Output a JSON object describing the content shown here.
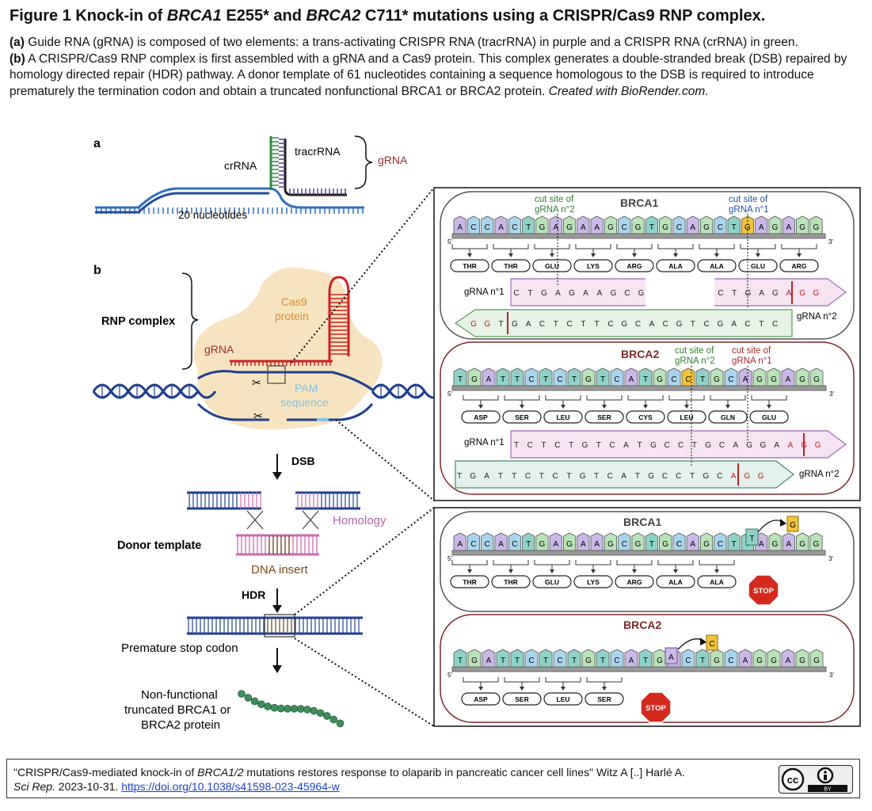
{
  "title": {
    "prefix": "Figure 1 Knock-in of ",
    "gene1": "BRCA1",
    "mid1": " E255* and ",
    "gene2": "BRCA2",
    "mid2": " C711* mutations using a CRISPR/Cas9 RNP complex."
  },
  "caption": {
    "a_label": "(a)",
    "a_text": " Guide RNA (gRNA) is composed of two elements: a trans-activating CRISPR RNA (tracrRNA) in purple and a CRISPR RNA (crRNA) in green.",
    "b_label": "(b)",
    "b_text": " A CRISPR/Cas9 RNP complex is first assembled with a gRNA and a Cas9 protein. This complex generates a double-stranded break (DSB) repaired by homology directed repair (HDR) pathway. A donor template of 61 nucleotides containing a sequence homologous to the DSB is required to introduce prematurely the termination codon and obtain a truncated nonfunctional BRCA1 or BRCA2 protein. ",
    "credit": "Created with BioRender.com."
  },
  "panel_a": {
    "label": "a",
    "crRNA": "crRNA",
    "tracrRNA": "tracrRNA",
    "gRNA": "gRNA",
    "nucleotides": "20 nucleotides"
  },
  "panel_b": {
    "label": "b",
    "rnp": "RNP complex",
    "cas9_1": "Cas9",
    "cas9_2": "protein",
    "gRNA": "gRNA",
    "pam_1": "PAM",
    "pam_2": "sequence",
    "dsb": "DSB",
    "homology": "Homology",
    "donor": "Donor template",
    "insert": "DNA insert",
    "hdr": "HDR",
    "stop": "Premature stop codon",
    "nf1": "Non-functional",
    "nf2": "truncated BRCA1 or",
    "nf3": "BRCA2 protein"
  },
  "top_box": {
    "brca1": {
      "title": "BRCA1",
      "cut2_1": "cut site of",
      "cut2_2": "gRNA n°2",
      "cut1_1": "cut site of",
      "cut1_2": "gRNA n°1",
      "seq": [
        "A",
        "C",
        "C",
        "A",
        "C",
        "T",
        "G",
        "A",
        "G",
        "A",
        "A",
        "G",
        "C",
        "G",
        "T",
        "G",
        "C",
        "A",
        "G",
        "C",
        "T",
        "G",
        "A",
        "G",
        "A",
        "G",
        "G"
      ],
      "codons": [
        "THR",
        "THR",
        "GLU",
        "LYS",
        "ARG",
        "ALA",
        "ALA",
        "GLU",
        "ARG"
      ],
      "g1_label": "gRNA n°1",
      "g1_seq_left": [
        "C",
        "T",
        "G",
        "A",
        "G",
        "A",
        "A",
        "G",
        "C",
        "G"
      ],
      "g1_seq_right": [
        "C",
        "T",
        "G",
        "A",
        "G",
        "A",
        "G",
        "G"
      ],
      "g2_label": "gRNA n°2",
      "g2_seq": [
        "G",
        "G",
        "T",
        "G",
        "A",
        "C",
        "T",
        "C",
        "T",
        "T",
        "C",
        "G",
        "C",
        "A",
        "C",
        "G",
        "T",
        "C",
        "G",
        "A",
        "C",
        "T",
        "C"
      ]
    },
    "brca2": {
      "title": "BRCA2",
      "cut2_1": "cut site of",
      "cut2_2": "gRNA n°2",
      "cut1_1": "cut site of",
      "cut1_2": "gRNA n°1",
      "seq": [
        "T",
        "G",
        "A",
        "T",
        "T",
        "C",
        "T",
        "C",
        "T",
        "G",
        "T",
        "C",
        "A",
        "T",
        "G",
        "C",
        "C",
        "T",
        "G",
        "C",
        "A",
        "G",
        "G",
        "A",
        "G",
        "G"
      ],
      "codons": [
        "ASP",
        "SER",
        "LEU",
        "SER",
        "CYS",
        "LEU",
        "GLN",
        "GLU"
      ],
      "g1_label": "gRNA n°1",
      "g1_seq": [
        "T",
        "C",
        "T",
        "C",
        "T",
        "G",
        "T",
        "C",
        "A",
        "T",
        "G",
        "C",
        "C",
        "T",
        "G",
        "C",
        "A",
        "G",
        "G",
        "A",
        "A",
        "G",
        "G"
      ],
      "g2_label": "gRNA n°2",
      "g2_seq": [
        "T",
        "G",
        "A",
        "T",
        "T",
        "C",
        "T",
        "C",
        "T",
        "G",
        "T",
        "C",
        "A",
        "T",
        "G",
        "C",
        "C",
        "T",
        "G",
        "C",
        "A",
        "G",
        "G"
      ]
    }
  },
  "bottom_box": {
    "brca1": {
      "title": "BRCA1",
      "seq": [
        "A",
        "C",
        "C",
        "A",
        "C",
        "T",
        "G",
        "A",
        "G",
        "A",
        "A",
        "G",
        "C",
        "G",
        "T",
        "G",
        "C",
        "A",
        "G",
        "C",
        "T",
        "T",
        "A",
        "G",
        "A",
        "G",
        "G"
      ],
      "inserted": "T",
      "removed": "G",
      "codons": [
        "THR",
        "THR",
        "GLU",
        "LYS",
        "ARG",
        "ALA",
        "ALA"
      ],
      "stop": "STOP"
    },
    "brca2": {
      "title": "BRCA2",
      "seq": [
        "T",
        "G",
        "A",
        "T",
        "T",
        "C",
        "T",
        "C",
        "T",
        "G",
        "T",
        "C",
        "A",
        "T",
        "G",
        "A",
        "C",
        "T",
        "G",
        "C",
        "A",
        "G",
        "G",
        "A",
        "G",
        "G"
      ],
      "inserted": "A",
      "removed": "C",
      "codons": [
        "ASP",
        "SER",
        "LEU",
        "SER"
      ],
      "stop": "STOP"
    }
  },
  "labels": {
    "five": "5'",
    "three": "3'"
  },
  "nuc_colors": {
    "A": "#c9b8e8",
    "C": "#a9d6ef",
    "G": "#b9e3b8",
    "T": "#8fd3c8"
  },
  "colors": {
    "purple": "#5a3a8a",
    "green": "#2e7d32",
    "red": "#9e2a2a",
    "orange": "#e8a65a",
    "blue": "#1f3f8f",
    "pink": "#c76bb1"
  },
  "footer": {
    "quote_a": "\"CRISPR/Cas9-mediated knock-in of ",
    "quote_gene": "BRCA1/2",
    "quote_b": "  mutations restores response to olaparib in pancreatic cancer cell lines\" Witz A [..] Harlé A.",
    "journal": "Sci Rep.",
    "date": " 2023-10-31. ",
    "doi": "https://doi.org/10.1038/s41598-023-45964-w",
    "cc": "cc",
    "by": "BY"
  }
}
